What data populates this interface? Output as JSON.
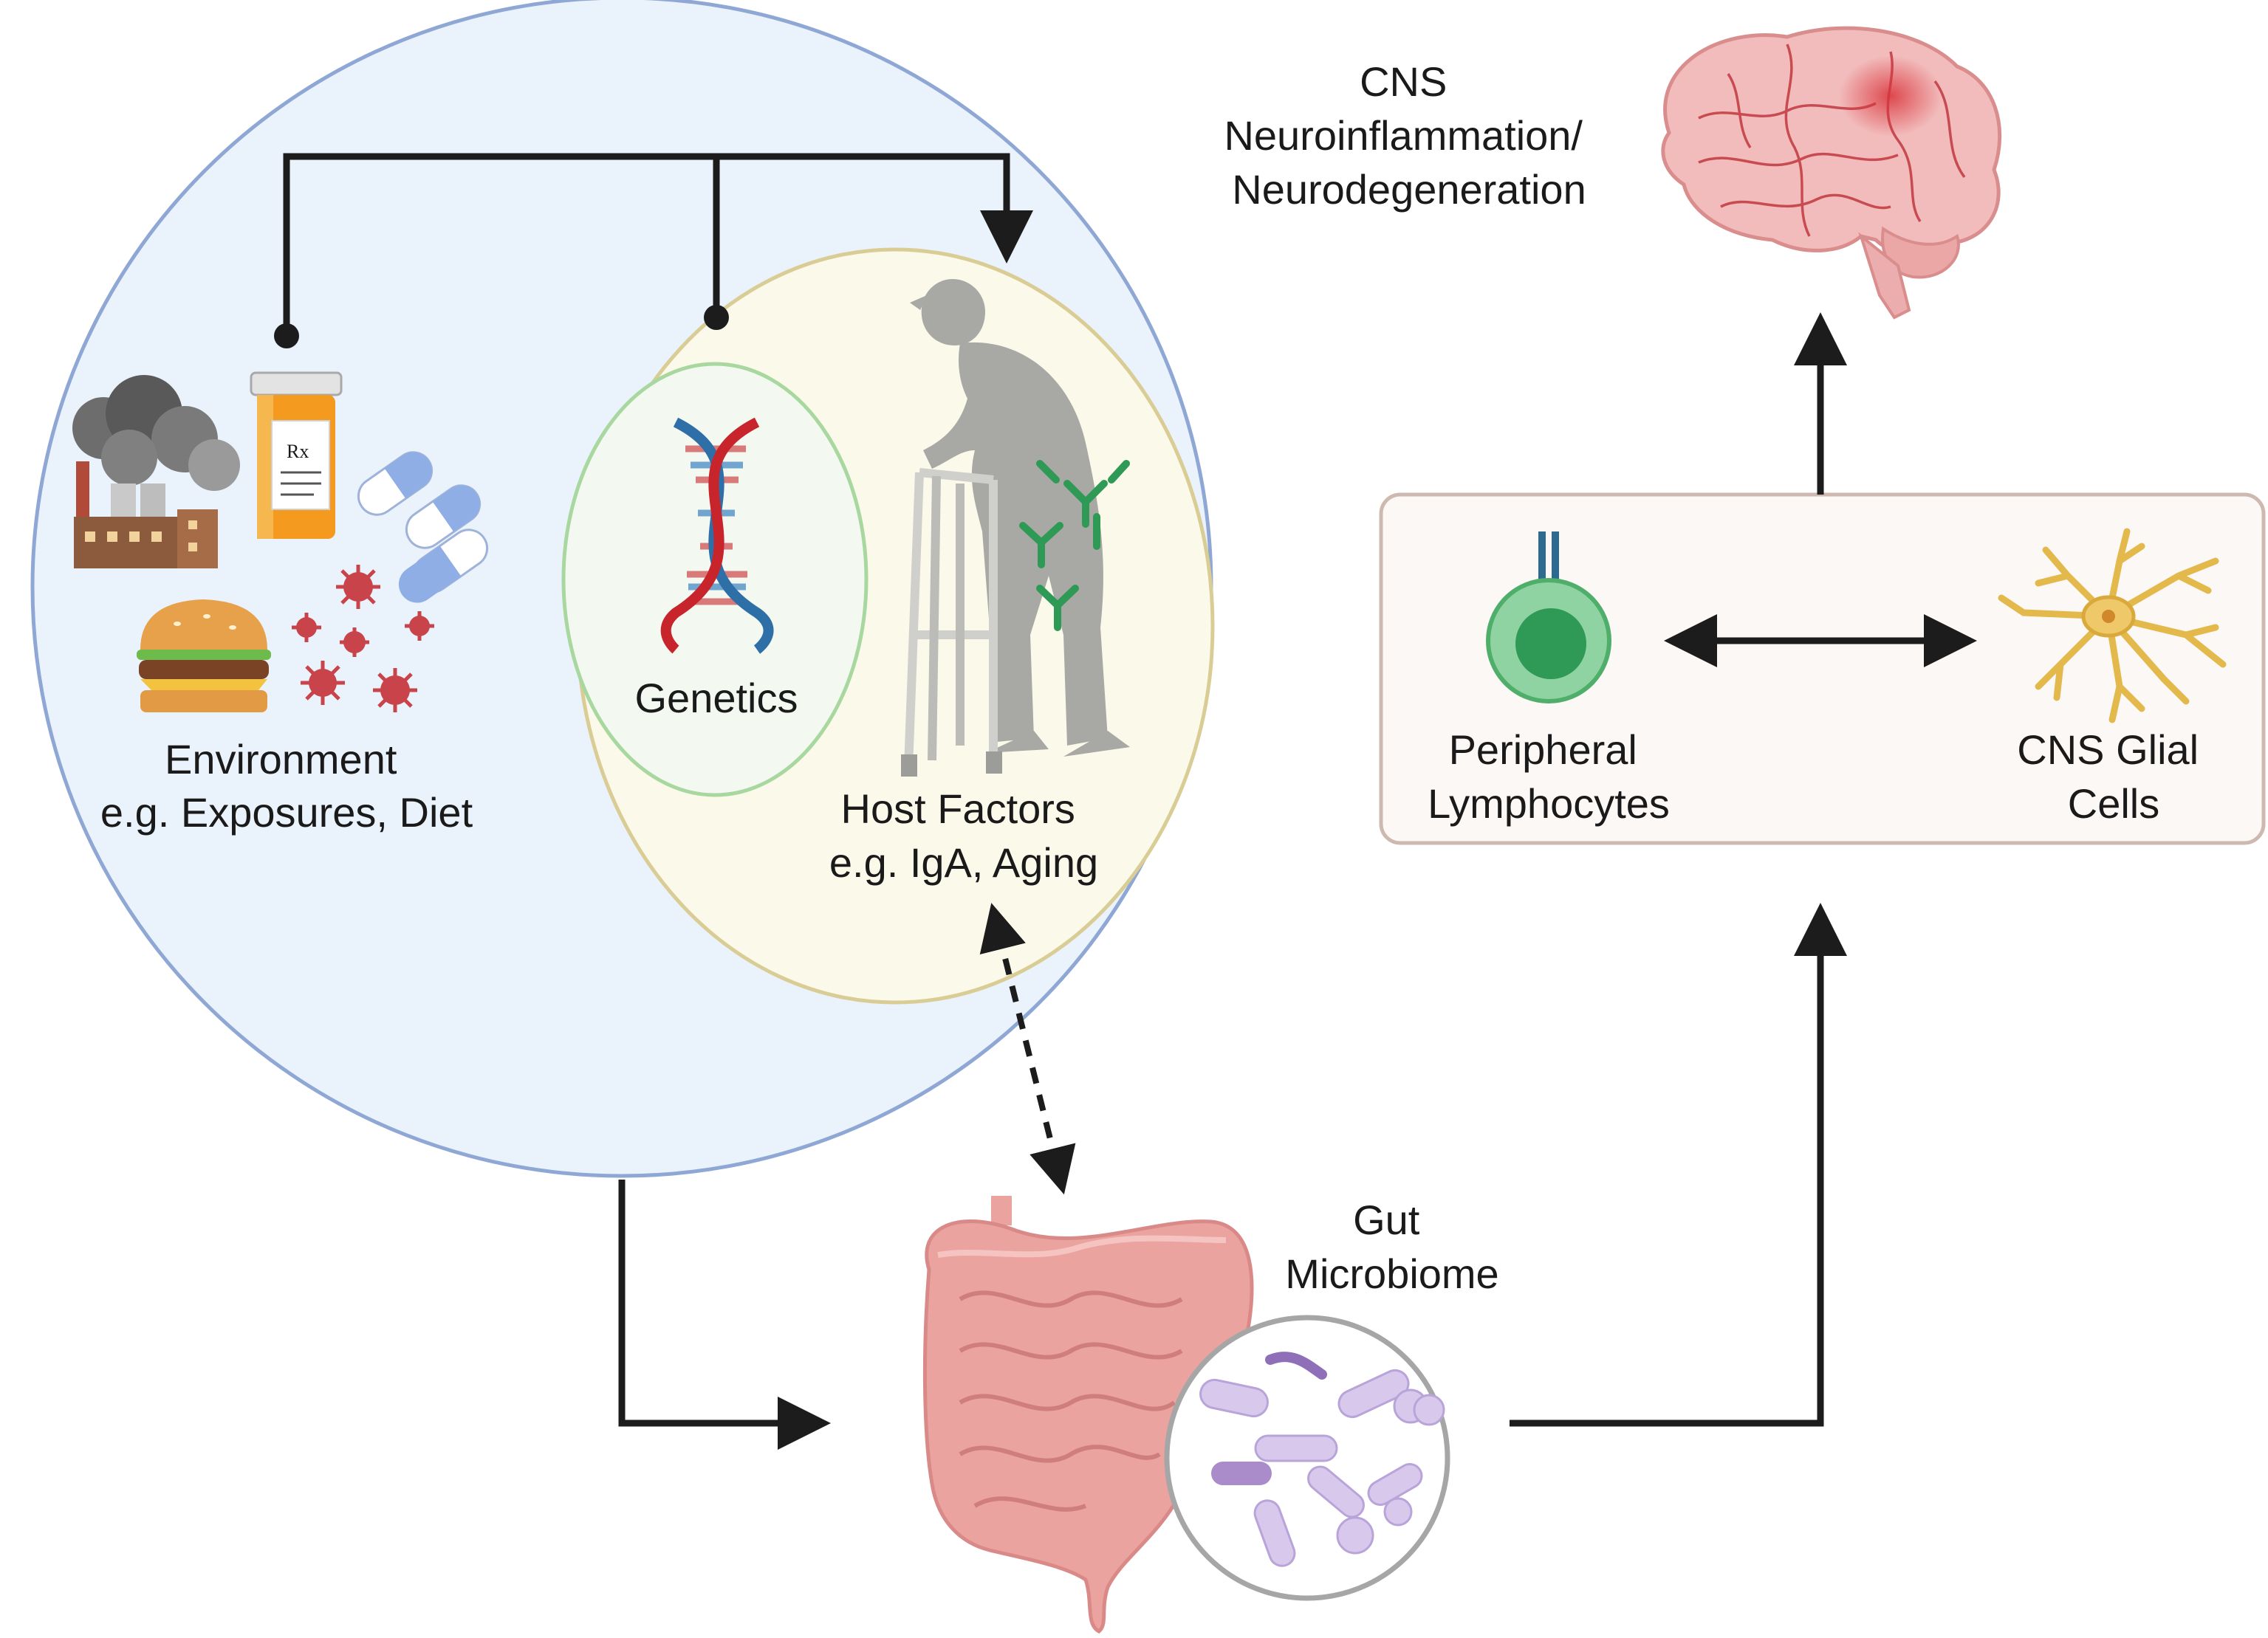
{
  "labels": {
    "brain": {
      "line1": "CNS",
      "line2": "Neuroinflammation/",
      "line3": "Neurodegeneration"
    },
    "environment": {
      "line1": "Environment",
      "line2": "e.g. Exposures, Diet"
    },
    "genetics": "Genetics",
    "host": {
      "line1": "Host Factors",
      "line2": "e.g. IgA, Aging"
    },
    "lymphocytes": {
      "line1": "Peripheral",
      "line2": "Lymphocytes"
    },
    "glial": {
      "line1": "CNS Glial",
      "line2": "Cells"
    },
    "gut": {
      "line1": "Gut",
      "line2": "Microbiome"
    }
  },
  "colors": {
    "outer_circle_fill": "#eaf2fb",
    "outer_circle_stroke": "#8fa7d4",
    "host_fill": "#fbf9e9",
    "host_stroke": "#d9cd95",
    "genetics_fill": "#f3f9f1",
    "genetics_stroke": "#a9d7a0",
    "immune_box_fill": "#fcf8f6",
    "immune_box_stroke": "#cdb9b0",
    "arrow": "#1c1c1c",
    "dna_red": "#c8242c",
    "dna_blue": "#2f6fa8",
    "brain": "#f2b8b8",
    "intestine": "#eba3a0",
    "lymphocyte": "#7fcf95",
    "glial": "#e9c46a"
  },
  "icons": {
    "environment": [
      "factory-icon",
      "pill-bottle-icon",
      "capsule-icon",
      "burger-icon",
      "virus-icon"
    ],
    "genetics": "dna-icon",
    "host": "elderly-person-walker-icon",
    "antibody": "antibody-icon",
    "brain": "brain-icon",
    "gut": "intestine-icon",
    "microbes": "bacteria-magnifier-icon",
    "lymphocyte": "lymphocyte-icon",
    "glial": "glial-cell-icon"
  }
}
